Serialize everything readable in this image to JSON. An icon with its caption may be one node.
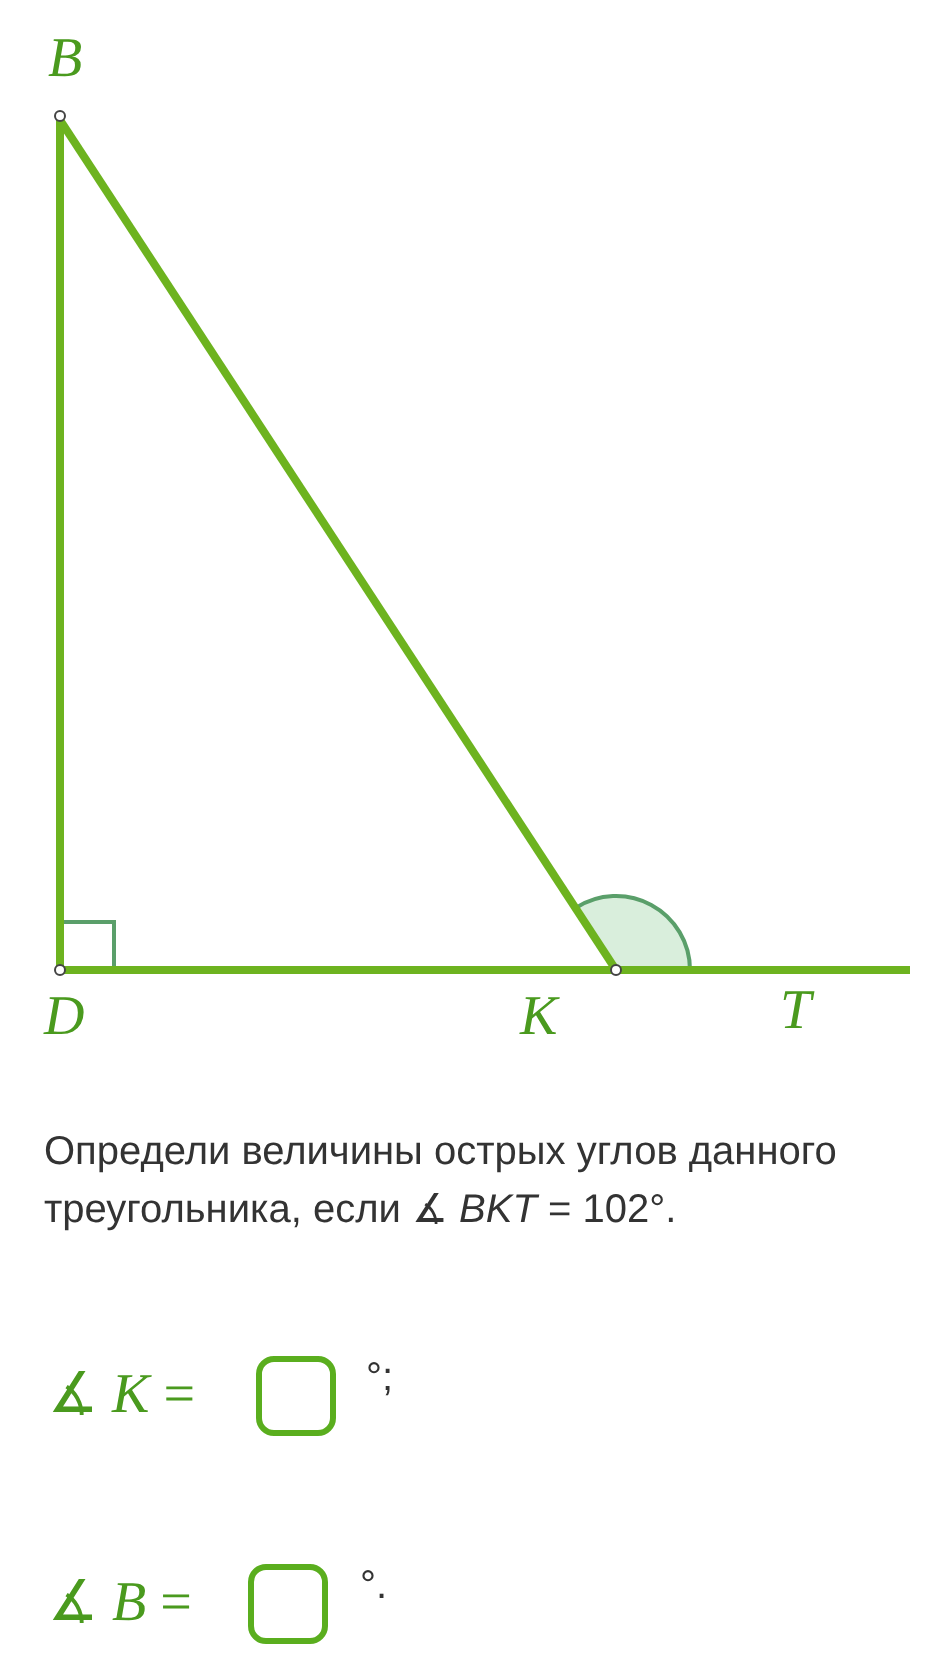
{
  "diagram": {
    "nodes": [
      {
        "text": [
          "B"
        ]
      },
      {
        "text": [
          "D"
        ]
      },
      {
        "text": [
          "K"
        ]
      },
      {
        "text": [
          "T"
        ]
      }
    ],
    "edges": [
      {
        "from": 0,
        "to": 1,
        "arrow": "none"
      },
      {
        "from": 0,
        "to": 2,
        "arrow": "none"
      },
      {
        "from": 1,
        "to": 2,
        "arrow": "none"
      },
      {
        "from": 2,
        "to": 3,
        "arrow": "none"
      }
    ],
    "labels": [
      "Определи величины острых углов данного треугольника, если ∡ *BKT* = 102°.",
      "∡ *K* =",
      "°;",
      "∡ *B* =",
      "°."
    ]
  }
}
